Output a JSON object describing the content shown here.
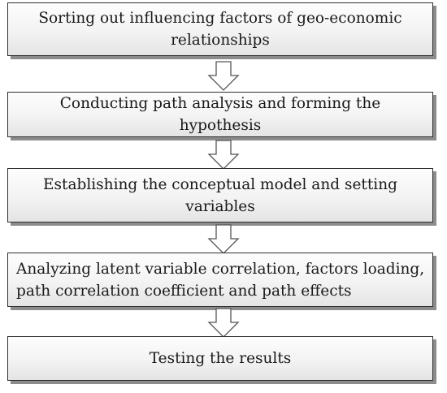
{
  "steps": [
    {
      "line1": "Sorting out influencing factors of geo-economic",
      "line2": "relationships"
    },
    {
      "line1": "Conducting path analysis and forming the  hypothesis",
      "line2": ""
    },
    {
      "line1": "Establishing the conceptual model  and setting",
      "line2": "variables"
    },
    {
      "line1": "Analyzing latent variable correlation, factors loading,",
      "line2": "path correlation coefficient and path effects"
    },
    {
      "line1": "Testing the results",
      "line2": ""
    }
  ],
  "arrows": [
    "down-arrow-icon",
    "down-arrow-icon",
    "down-arrow-icon",
    "down-arrow-icon"
  ],
  "colors": {
    "box_border": "#2f2f2f",
    "box_shadow": "#8c8c8c",
    "arrow_stroke": "#555555",
    "text": "#1a1a1a"
  }
}
